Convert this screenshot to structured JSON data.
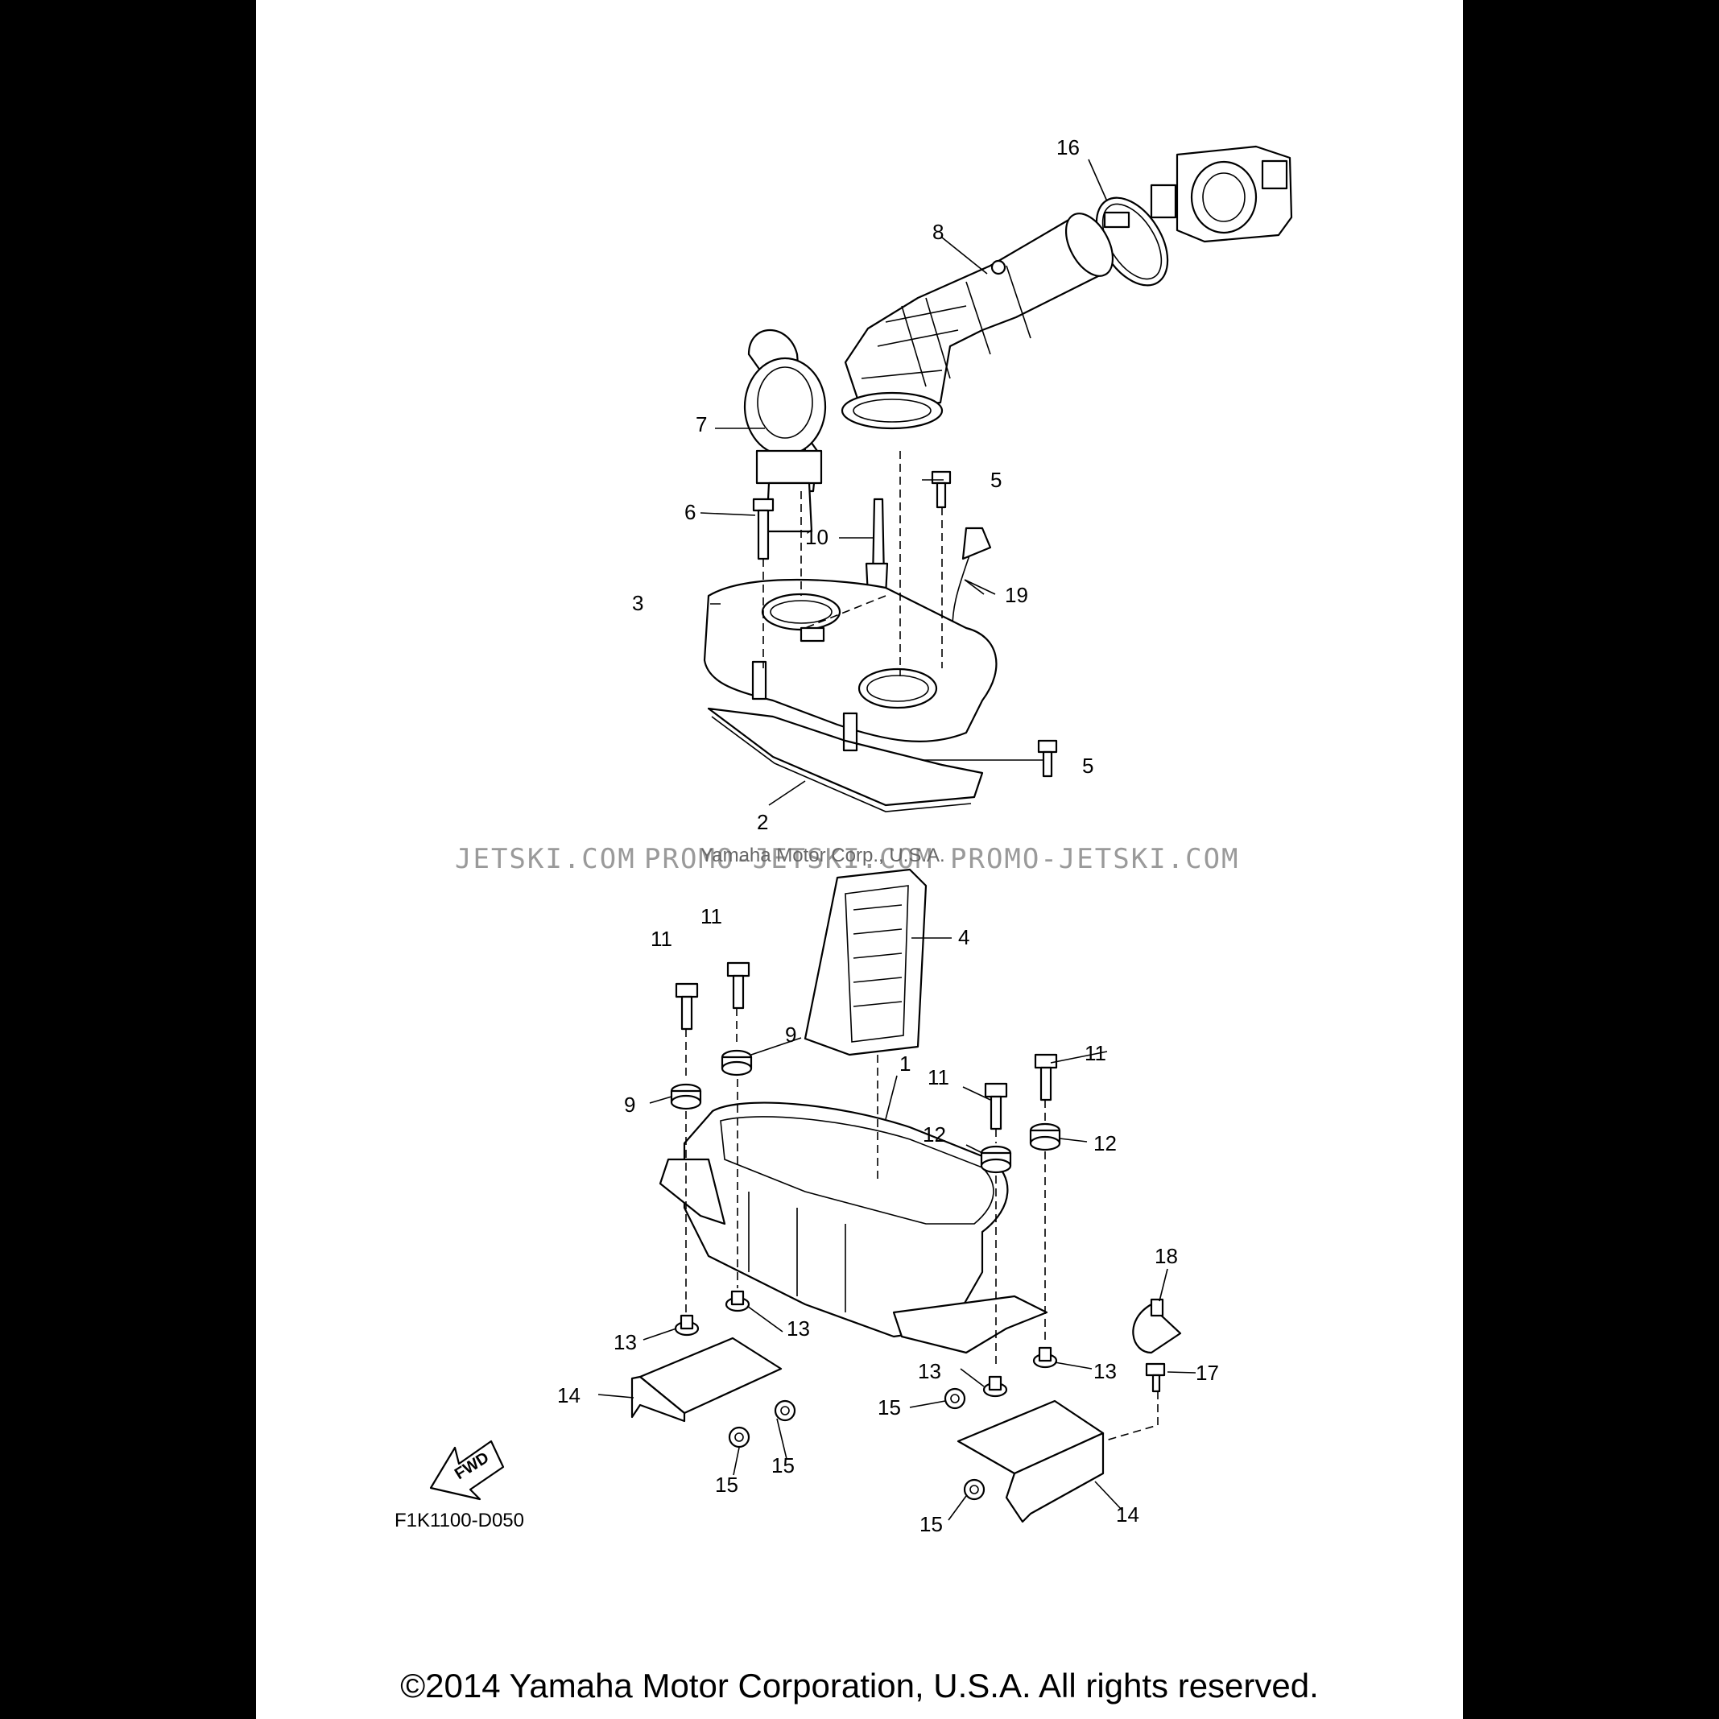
{
  "labels": {
    "n1": "1",
    "n2": "2",
    "n3": "3",
    "n4": "4",
    "n5a": "5",
    "n5b": "5",
    "n6": "6",
    "n7": "7",
    "n8": "8",
    "n9a": "9",
    "n9b": "9",
    "n10": "10",
    "n11a": "11",
    "n11b": "11",
    "n11c": "11",
    "n11d": "11",
    "n12a": "12",
    "n12b": "12",
    "n13a": "13",
    "n13b": "13",
    "n13c": "13",
    "n13d": "13",
    "n14a": "14",
    "n14b": "14",
    "n15a": "15",
    "n15b": "15",
    "n15c": "15",
    "n15d": "15",
    "n16": "16",
    "n17": "17",
    "n18": "18",
    "n19": "19"
  },
  "diagram_code": "F1K1100-D050",
  "fwd_label": "FWD",
  "watermark": {
    "left": "JETSKI.COM",
    "mid": "PROMO-JETSKI.COM",
    "right": "PROMO-JETSKI.COM",
    "corp": "Yamaha Motor Corp., U.S.A."
  },
  "copyright": "©2014 Yamaha Motor Corporation, U.S.A. All rights reserved."
}
